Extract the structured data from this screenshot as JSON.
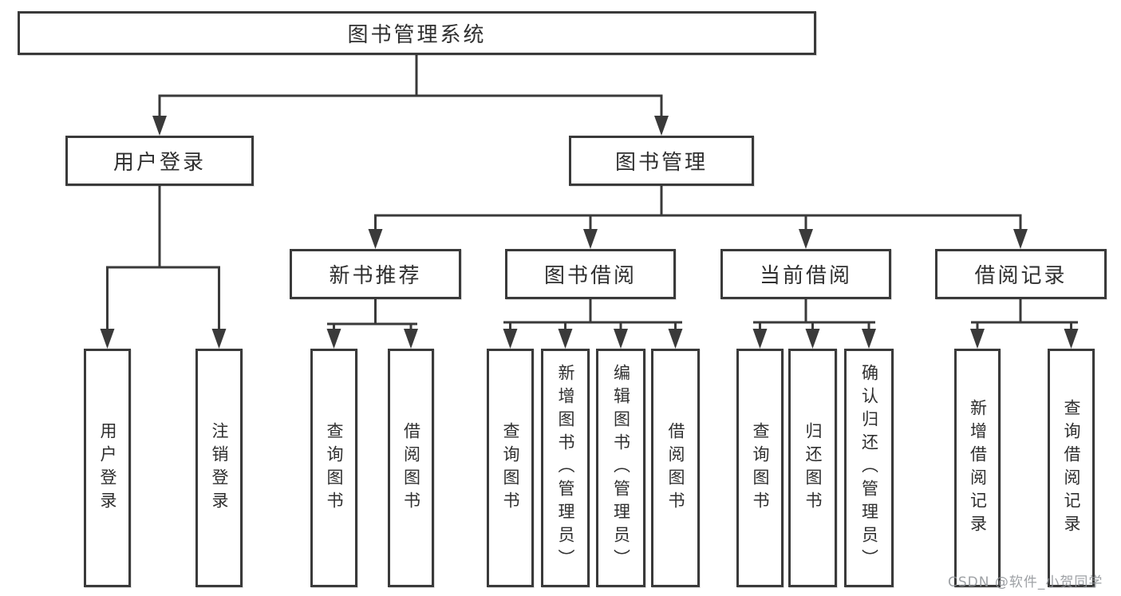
{
  "tree": {
    "root": "图书管理系统",
    "branches": [
      {
        "label": "用户登录",
        "leaves": [
          "用户登录",
          "注销登录"
        ]
      },
      {
        "label": "图书管理",
        "groups": [
          {
            "label": "新书推荐",
            "leaves": [
              "查询图书",
              "借阅图书"
            ]
          },
          {
            "label": "图书借阅",
            "leaves": [
              "查询图书",
              "新增图书（管理员）",
              "编辑图书（管理员）",
              "借阅图书"
            ]
          },
          {
            "label": "当前借阅",
            "leaves": [
              "查询图书",
              "归还图书",
              "确认归还（管理员）"
            ]
          },
          {
            "label": "借阅记录",
            "leaves": [
              "新增借阅记录",
              "查询借阅记录"
            ]
          }
        ]
      }
    ]
  },
  "watermark": "CSDN @软件_小贺同学",
  "colors": {
    "line": "#3a3a3a",
    "text": "#2f2f2f",
    "node_background": "#ffffff",
    "page_background": "#ffffff",
    "watermark": "#919499"
  }
}
